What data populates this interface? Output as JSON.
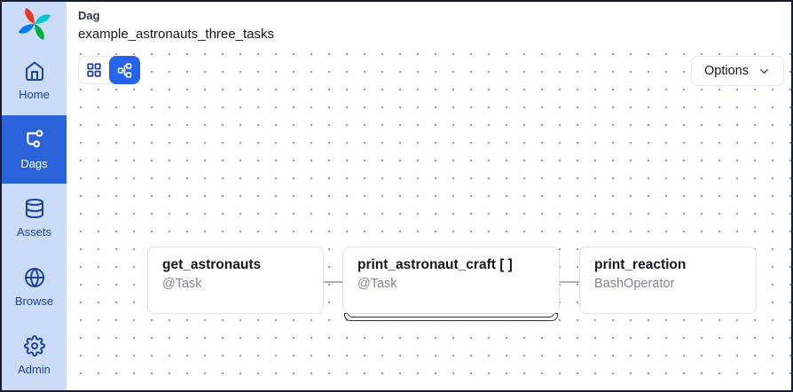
{
  "header": {
    "eyebrow": "Dag",
    "dag_name": "example_astronauts_three_tasks"
  },
  "sidebar": {
    "items": [
      {
        "label": "Home",
        "icon": "home-icon",
        "active": false
      },
      {
        "label": "Dags",
        "icon": "dag-icon",
        "active": true
      },
      {
        "label": "Assets",
        "icon": "database-icon",
        "active": false
      },
      {
        "label": "Browse",
        "icon": "globe-icon",
        "active": false
      },
      {
        "label": "Admin",
        "icon": "gear-icon",
        "active": false
      }
    ]
  },
  "toolbar": {
    "view_toggle": [
      {
        "name": "grid-view",
        "icon": "grid-icon",
        "active": false
      },
      {
        "name": "graph-view",
        "icon": "graph-icon",
        "active": true
      }
    ],
    "options_label": "Options"
  },
  "graph": {
    "nodes": [
      {
        "title": "get_astronauts",
        "subtitle": "@Task",
        "mapped": false
      },
      {
        "title": "print_astronaut_craft [ ]",
        "subtitle": "@Task",
        "mapped": true
      },
      {
        "title": "print_reaction",
        "subtitle": "BashOperator",
        "mapped": false
      }
    ],
    "edges": [
      {
        "from": "get_astronauts",
        "to": "print_astronaut_craft"
      },
      {
        "from": "print_astronaut_craft",
        "to": "print_reaction"
      }
    ]
  },
  "colors": {
    "accent_blue": "#2563eb",
    "sidebar_bg": "#cbdcf8",
    "sidebar_active_bg": "#2a62d9",
    "sidebar_text": "#1d429a",
    "node_border": "#e0e4ea",
    "node_subtitle": "#7d8593",
    "edge": "#aab0ba",
    "logo_red": "#e43921",
    "logo_cyan": "#00c7d4",
    "logo_green": "#00ad46",
    "logo_blue": "#017cee"
  }
}
